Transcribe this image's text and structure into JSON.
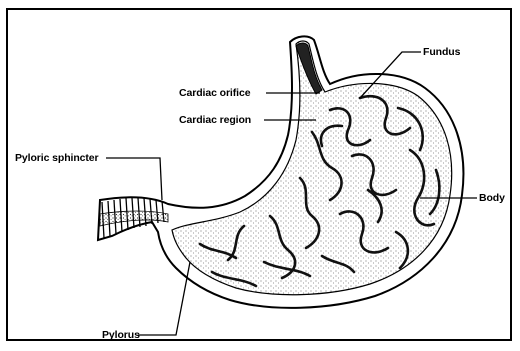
{
  "labels": {
    "fundus": "Fundus",
    "cardiac_orifice": "Cardiac orifice",
    "cardiac_region": "Cardiac region",
    "pyloric_sphincter": "Pyloric sphincter",
    "body": "Body",
    "pylorus": "Pylorus"
  },
  "colors": {
    "ink": "#000000",
    "paper": "#ffffff",
    "stipple": "#555555"
  }
}
